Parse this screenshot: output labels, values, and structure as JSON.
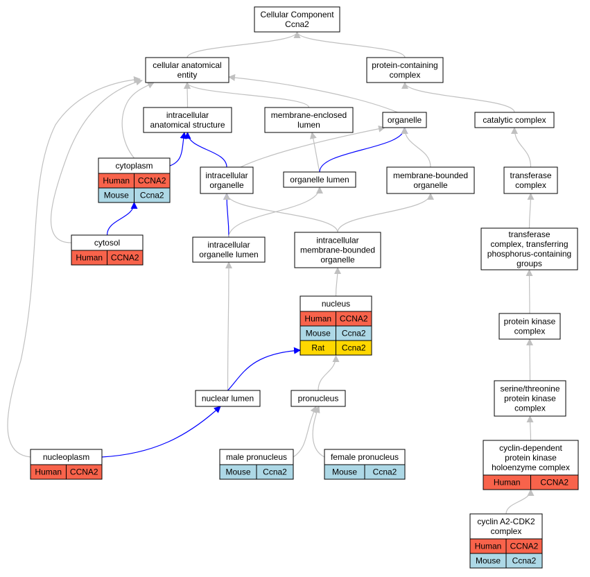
{
  "title": "",
  "colors": {
    "human": "#f8634b",
    "mouse": "#add8e6",
    "rat": "#ffd700",
    "edge_gray": "#c0c0c0",
    "edge_blue": "#0000ff"
  },
  "nodes": {
    "root": {
      "lines": [
        "Cellular Component",
        "Ccna2"
      ]
    },
    "cae": {
      "lines": [
        "cellular anatomical",
        "entity"
      ]
    },
    "pcc": {
      "lines": [
        "protein-containing",
        "complex"
      ]
    },
    "ias": {
      "lines": [
        "intracellular",
        "anatomical structure"
      ]
    },
    "mel": {
      "lines": [
        "membrane-enclosed",
        "lumen"
      ]
    },
    "org": {
      "lines": [
        "organelle"
      ]
    },
    "cat": {
      "lines": [
        "catalytic complex"
      ]
    },
    "cyto": {
      "lines": [
        "cytoplasm"
      ],
      "rows": [
        [
          "Human",
          "CCNA2"
        ],
        [
          "Mouse",
          "Ccna2"
        ]
      ]
    },
    "iorg": {
      "lines": [
        "intracellular",
        "organelle"
      ]
    },
    "olum": {
      "lines": [
        "organelle lumen"
      ]
    },
    "mbo": {
      "lines": [
        "membrane-bounded",
        "organelle"
      ]
    },
    "trans": {
      "lines": [
        "transferase",
        "complex"
      ]
    },
    "cytosol": {
      "lines": [
        "cytosol"
      ],
      "rows": [
        [
          "Human",
          "CCNA2"
        ]
      ]
    },
    "iol": {
      "lines": [
        "intracellular",
        "organelle lumen"
      ]
    },
    "imbo": {
      "lines": [
        "intracellular",
        "membrane-bounded",
        "organelle"
      ]
    },
    "tcp": {
      "lines": [
        "transferase",
        "complex, transferring",
        "phosphorus-containing",
        "groups"
      ]
    },
    "nucleus": {
      "lines": [
        "nucleus"
      ],
      "rows": [
        [
          "Human",
          "CCNA2"
        ],
        [
          "Mouse",
          "Ccna2"
        ],
        [
          "Rat",
          "Ccna2"
        ]
      ]
    },
    "pkc": {
      "lines": [
        "protein kinase",
        "complex"
      ]
    },
    "stpk": {
      "lines": [
        "serine/threonine",
        "protein kinase",
        "complex"
      ]
    },
    "nlum": {
      "lines": [
        "nuclear lumen"
      ]
    },
    "pron": {
      "lines": [
        "pronucleus"
      ]
    },
    "cdk": {
      "lines": [
        "cyclin-dependent",
        "protein kinase",
        "holoenzyme complex"
      ],
      "rows": [
        [
          "Human",
          "CCNA2"
        ]
      ]
    },
    "nplasm": {
      "lines": [
        "nucleoplasm"
      ],
      "rows": [
        [
          "Human",
          "CCNA2"
        ]
      ]
    },
    "mpron": {
      "lines": [
        "male pronucleus"
      ],
      "rows": [
        [
          "Mouse",
          "Ccna2"
        ]
      ]
    },
    "fpron": {
      "lines": [
        "female pronucleus"
      ],
      "rows": [
        [
          "Mouse",
          "Ccna2"
        ]
      ]
    },
    "a2cdk": {
      "lines": [
        "cyclin A2-CDK2",
        "complex"
      ],
      "rows": [
        [
          "Human",
          "CCNA2"
        ],
        [
          "Mouse",
          "Ccna2"
        ]
      ]
    }
  },
  "edges": [
    {
      "from": "cae",
      "to": "root",
      "kind": "gray"
    },
    {
      "from": "pcc",
      "to": "root",
      "kind": "gray"
    },
    {
      "from": "ias",
      "to": "cae",
      "kind": "gray"
    },
    {
      "from": "mel",
      "to": "cae",
      "kind": "gray"
    },
    {
      "from": "org",
      "to": "cae",
      "kind": "gray"
    },
    {
      "from": "cyto",
      "to": "cae",
      "kind": "gray"
    },
    {
      "from": "cytosol",
      "to": "cae",
      "kind": "gray"
    },
    {
      "from": "nplasm",
      "to": "cae",
      "kind": "gray"
    },
    {
      "from": "cat",
      "to": "pcc",
      "kind": "gray"
    },
    {
      "from": "cyto",
      "to": "ias",
      "kind": "blue"
    },
    {
      "from": "iorg",
      "to": "ias",
      "kind": "blue"
    },
    {
      "from": "iorg",
      "to": "org",
      "kind": "gray"
    },
    {
      "from": "olum",
      "to": "mel",
      "kind": "gray"
    },
    {
      "from": "olum",
      "to": "org",
      "kind": "blue"
    },
    {
      "from": "mbo",
      "to": "org",
      "kind": "gray"
    },
    {
      "from": "trans",
      "to": "cat",
      "kind": "gray"
    },
    {
      "from": "cytosol",
      "to": "cyto",
      "kind": "blue"
    },
    {
      "from": "iol",
      "to": "iorg",
      "kind": "blue"
    },
    {
      "from": "iol",
      "to": "olum",
      "kind": "gray"
    },
    {
      "from": "imbo",
      "to": "iorg",
      "kind": "gray"
    },
    {
      "from": "imbo",
      "to": "mbo",
      "kind": "gray"
    },
    {
      "from": "tcp",
      "to": "trans",
      "kind": "gray"
    },
    {
      "from": "nucleus",
      "to": "imbo",
      "kind": "gray"
    },
    {
      "from": "pkc",
      "to": "tcp",
      "kind": "gray"
    },
    {
      "from": "nlum",
      "to": "iol",
      "kind": "gray"
    },
    {
      "from": "nlum",
      "to": "nucleus",
      "kind": "blue"
    },
    {
      "from": "pron",
      "to": "nucleus",
      "kind": "gray"
    },
    {
      "from": "stpk",
      "to": "pkc",
      "kind": "gray"
    },
    {
      "from": "cdk",
      "to": "stpk",
      "kind": "gray"
    },
    {
      "from": "nplasm",
      "to": "nlum",
      "kind": "blue"
    },
    {
      "from": "mpron",
      "to": "pron",
      "kind": "gray"
    },
    {
      "from": "fpron",
      "to": "pron",
      "kind": "gray"
    },
    {
      "from": "a2cdk",
      "to": "cdk",
      "kind": "gray"
    }
  ]
}
